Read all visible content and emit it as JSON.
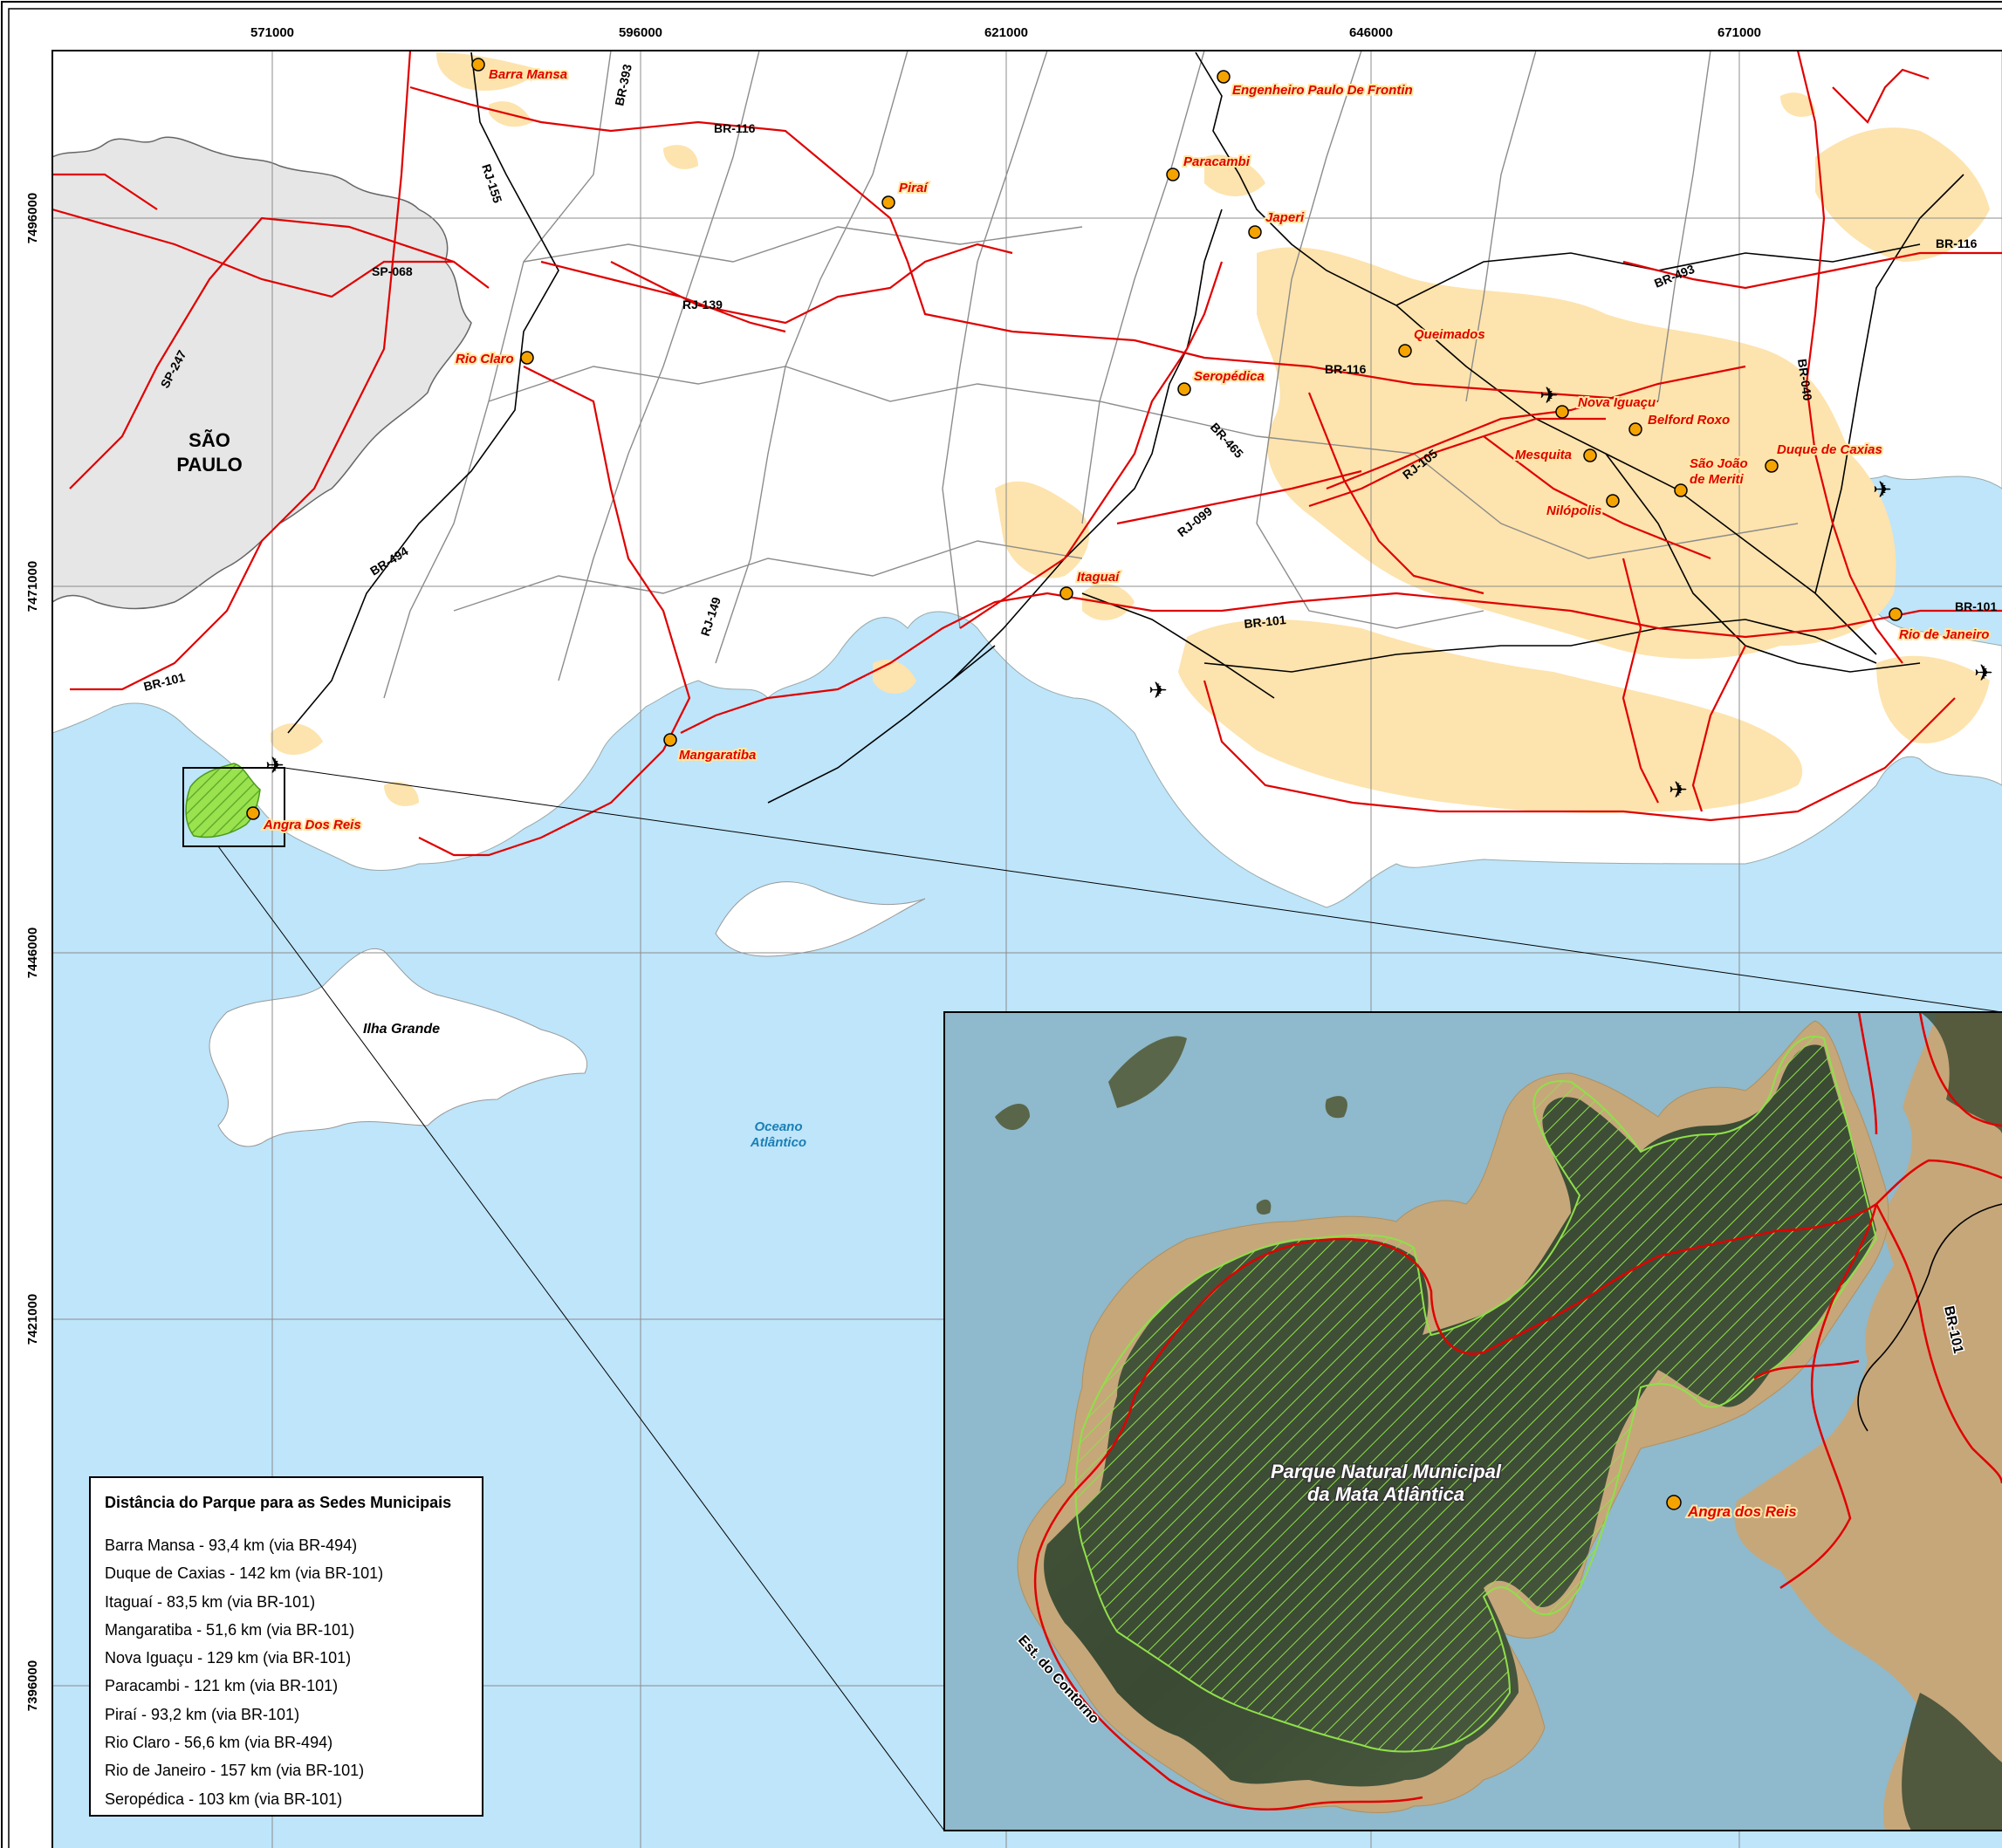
{
  "grid": {
    "x_labels": [
      "571000",
      "596000",
      "621000",
      "646000",
      "671000"
    ],
    "y_labels": [
      "7496000",
      "7471000",
      "7446000",
      "7421000",
      "7396000"
    ]
  },
  "state_label": {
    "line1": "SÃO",
    "line2": "PAULO"
  },
  "water_label": {
    "line1": "Oceano",
    "line2": "Atlântico"
  },
  "island_label": "Ilha Grande",
  "roads": {
    "br116_a": "BR-116",
    "br393": "BR-393",
    "rj155": "RJ-155",
    "sp068": "SP-068",
    "rj139": "RJ-139",
    "sp247": "SP-247",
    "br494": "BR-494",
    "rj149": "RJ-149",
    "br101_w": "BR-101",
    "br116_b": "BR-116",
    "br465": "BR-465",
    "rj099": "RJ-099",
    "br101_c": "BR-101",
    "rj105": "RJ-105",
    "br493": "BR-493",
    "br040": "BR-040",
    "br116_e": "BR-116",
    "br101_e": "BR-101"
  },
  "cities": {
    "barra_mansa": "Barra Mansa",
    "engenheiro": "Engenheiro Paulo De Frontin",
    "pirai": "Piraí",
    "paracambi": "Paracambi",
    "japeri": "Japeri",
    "rio_claro": "Rio Claro",
    "queimados": "Queimados",
    "seropedica": "Seropédica",
    "nova_iguacu": "Nova Iguaçu",
    "belford_roxo": "Belford Roxo",
    "mesquita": "Mesquita",
    "sao_joao_1": "São João",
    "sao_joao_2": "de Meriti",
    "duque": "Duque de Caxias",
    "nilopolis": "Nilópolis",
    "itaguai": "Itaguaí",
    "rio": "Rio de Janeiro",
    "mangaratiba": "Mangaratiba",
    "angra": "Angra Dos Reis"
  },
  "inset": {
    "park_line1": "Parque Natural Municipal",
    "park_line2": "da Mata Atlântica",
    "city": "Angra dos Reis",
    "road": "BR-101",
    "street": "Est. do Contorno"
  },
  "legend": {
    "title": "Distância do Parque para as Sedes Municipais",
    "items": [
      "Barra Mansa - 93,4 km (via BR-494)",
      "Duque de Caxias - 142 km (via BR-101)",
      "Itaguaí - 83,5 km (via BR-101)",
      "Mangaratiba - 51,6 km (via BR-101)",
      "Nova Iguaçu - 129 km (via BR-101)",
      "Paracambi - 121 km (via BR-101)",
      "Piraí - 93,2 km (via BR-101)",
      "Rio Claro - 56,6 km (via BR-494)",
      "Rio de Janeiro - 157 km (via BR-101)",
      "Seropédica - 103 km (via BR-101)"
    ]
  },
  "colors": {
    "sea": "#bee5fa",
    "land": "#ffffff",
    "sao_paulo": "#e6e6e6",
    "urban": "#fde3ad",
    "road": "#e00000",
    "rail": "#000000",
    "boundary": "#8c8c8c",
    "park": "#8fe04a"
  }
}
